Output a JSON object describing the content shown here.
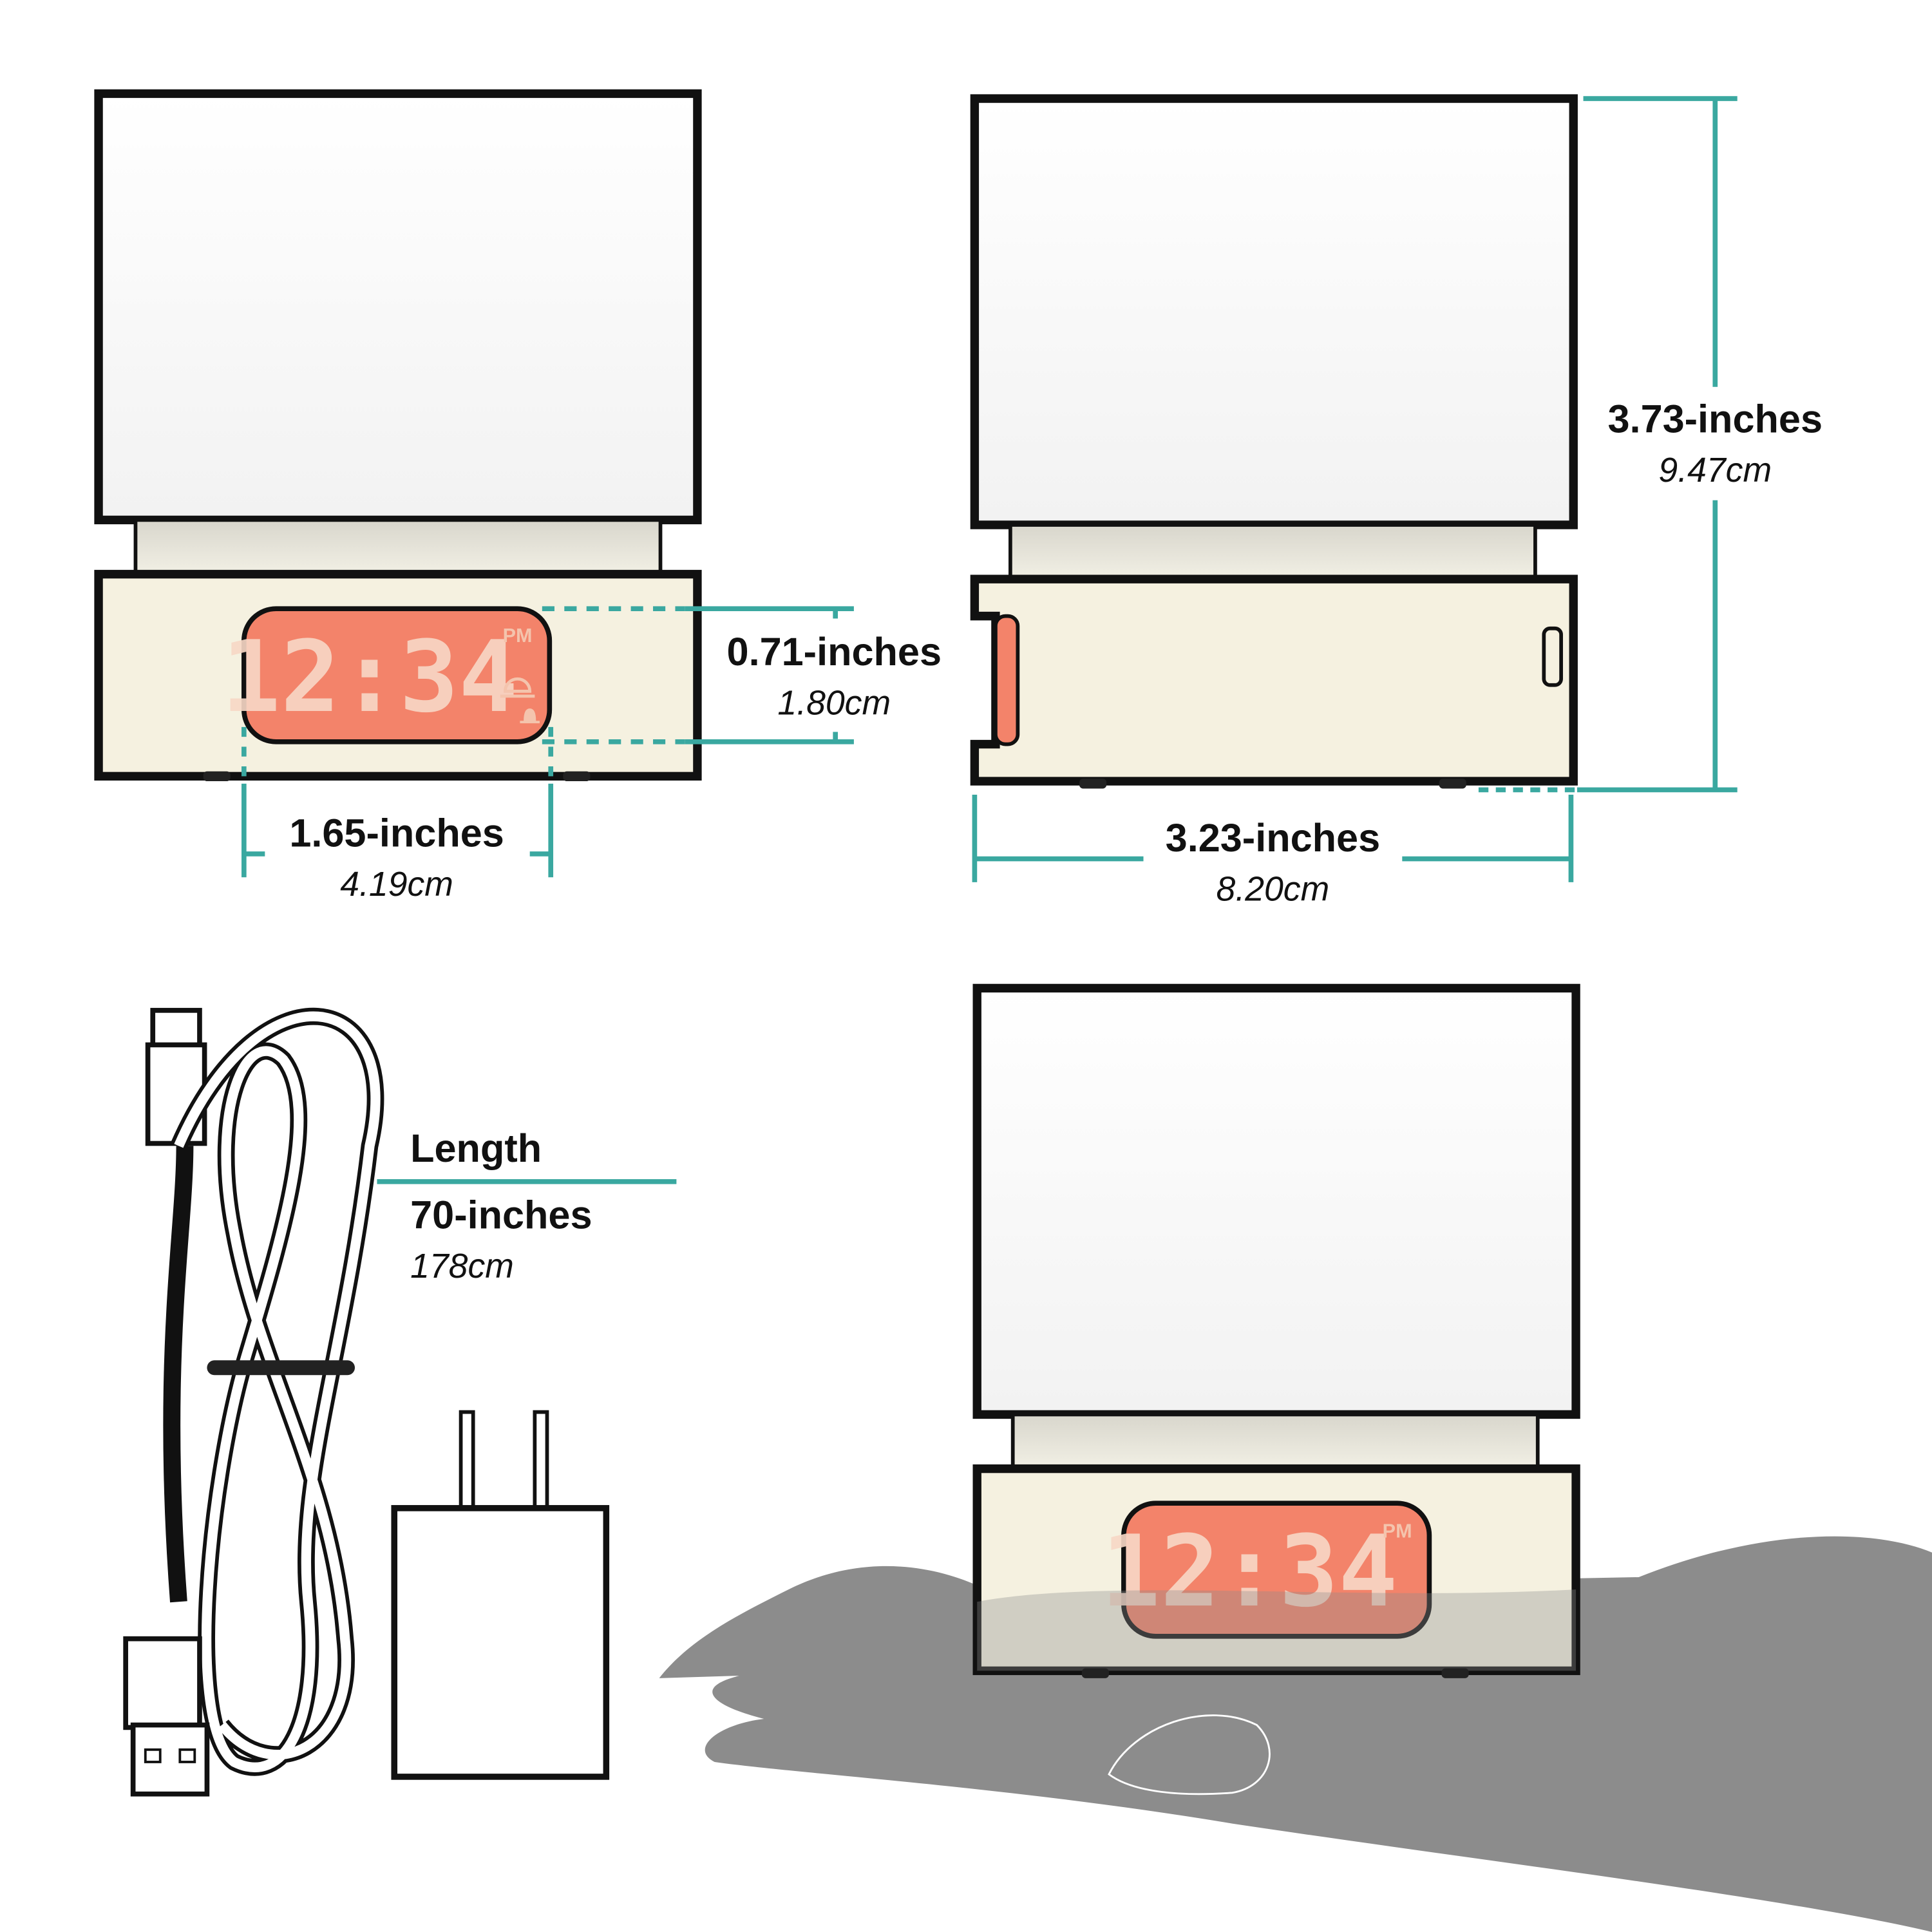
{
  "colors": {
    "accent": "#3aa8a0",
    "display": "#f3836a",
    "base": "#f5f1e0",
    "hand": "#8c8c8c"
  },
  "clock_display": {
    "time": "12:34",
    "ampm": "PM",
    "icons": [
      "sunrise-icon",
      "bell-icon"
    ]
  },
  "dimensions": {
    "display_height": {
      "inches": "0.71-inches",
      "cm": "1.80cm"
    },
    "display_width": {
      "inches": "1.65-inches",
      "cm": "4.19cm"
    },
    "height": {
      "inches": "3.73-inches",
      "cm": "9.47cm"
    },
    "depth": {
      "inches": "3.23-inches",
      "cm": "8.20cm"
    },
    "cable": {
      "title": "Length",
      "inches": "70-inches",
      "cm": "178cm"
    }
  }
}
